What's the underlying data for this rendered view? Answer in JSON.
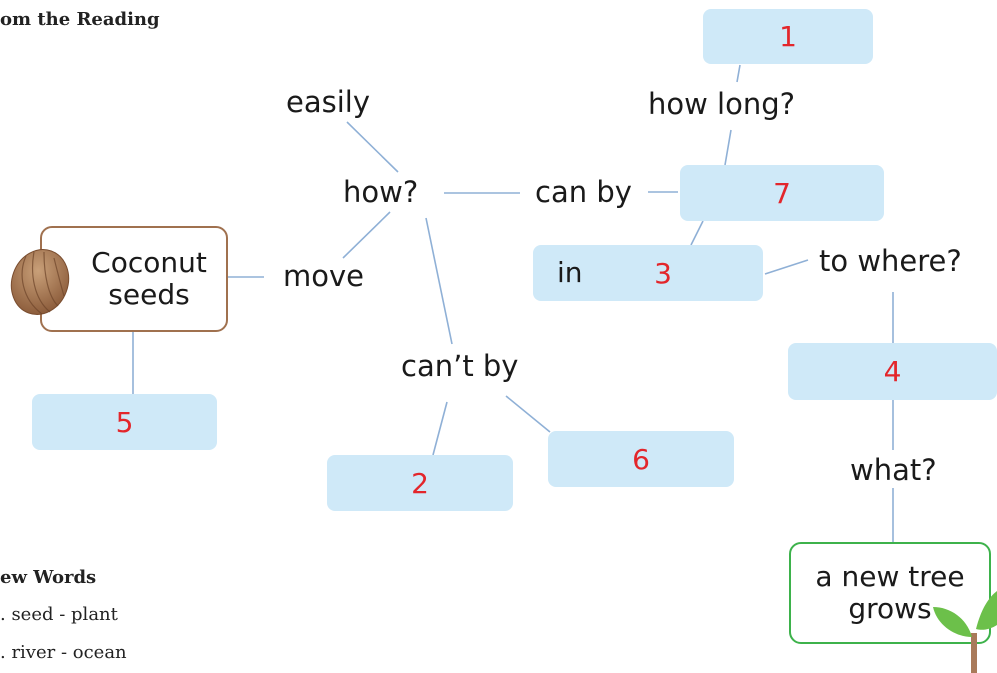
{
  "header_partial": "om the Reading",
  "nodes": {
    "easily": "easily",
    "how": "how?",
    "can_by": "can by",
    "move": "move",
    "cant_by": "can’t by",
    "how_long": "how long?",
    "to_where": "to where?",
    "what": "what?",
    "in": "in"
  },
  "coconut": {
    "line1": "Coconut",
    "line2": "seeds"
  },
  "new_tree": {
    "line1": "a new tree",
    "line2": "grows"
  },
  "blanks": {
    "b1": "1",
    "b2": "2",
    "b3": "3",
    "b4": "4",
    "b5": "5",
    "b6": "6",
    "b7": "7"
  },
  "new_words": {
    "title": "ew Words",
    "items": [
      ". seed - plant",
      ". river - ocean"
    ]
  },
  "colors": {
    "blank_fill": "#cfe9f8",
    "number": "#e3262b",
    "line": "#8fb0d6",
    "coconut_border": "#a0714f",
    "tree_border": "#3db24b"
  }
}
